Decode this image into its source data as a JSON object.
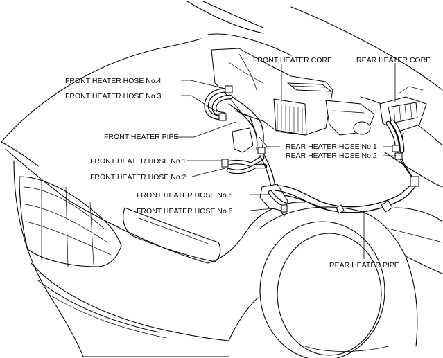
{
  "diagram": {
    "labels": {
      "front_heater_core": "FRONT HEATER CORE",
      "rear_heater_core": "REAR HEATER CORE",
      "front_heater_hose_no4": "FRONT HEATER HOSE No.4",
      "front_heater_hose_no3": "FRONT HEATER HOSE No.3",
      "front_heater_pipe": "FRONT HEATER PIPE",
      "rear_heater_hose_no1": "REAR HEATER HOSE No.1",
      "rear_heater_hose_no2": "REAR HEATER HOSE No.2",
      "front_heater_hose_no1": "FRONT HEATER HOSE No.1",
      "front_heater_hose_no2": "FRONT HEATER HOSE No.2",
      "front_heater_hose_no5": "FRONT HEATER HOSE No.5",
      "front_heater_hose_no6": "FRONT HEATER HOSE No.6",
      "rear_heater_pipe": "REAR HEATER PIPE"
    }
  }
}
